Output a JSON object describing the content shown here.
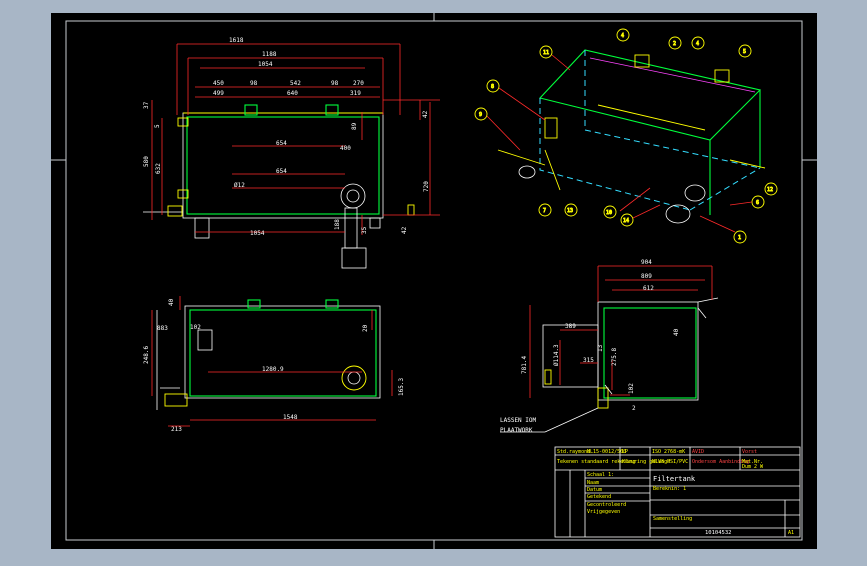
{
  "drawing": {
    "background": "#000000",
    "border_color": "#c8ccd0",
    "frame_color": "#8fa3b8",
    "line_colors": {
      "outline": "#ffffff",
      "body": "#00ff3c",
      "dimension": "#ff2a2a",
      "detail": "#ffff00",
      "hidden": "#33ddff"
    }
  },
  "front_view": {
    "dims": {
      "overall": "1618",
      "inner": "1188",
      "width": "1054",
      "d450": "450",
      "d98a": "98",
      "d542": "542",
      "d98b": "98",
      "d270": "270",
      "d499": "499",
      "d640": "640",
      "d319": "319",
      "left37": "37",
      "left5": "5",
      "left580": "580",
      "left632": "632",
      "mid654a": "654",
      "mid400": "400",
      "mid654b": "654",
      "phi12": "Ø12",
      "bottom1054": "1054",
      "r89": "89",
      "r42": "42",
      "r720": "720",
      "r188": "188",
      "r35": "35",
      "r42b": "42"
    }
  },
  "bottom_view": {
    "dims": {
      "d40": "40",
      "d883": "883",
      "d248": "248.6",
      "d102": "102",
      "d20": "20",
      "d1280": "1280.9",
      "d165": "165.3",
      "d213": "213",
      "d1548": "1548"
    }
  },
  "side_view": {
    "dims": {
      "d904": "904",
      "d809": "809",
      "d612": "612",
      "d389": "389",
      "d40": "40",
      "d7814": "781.4",
      "d1143": "Ø114.3",
      "d315": "315",
      "d275": "275.8",
      "d13": "13",
      "d102": "102",
      "d2": "2"
    },
    "note_line1": "LASSEN IOM",
    "note_line2": "PLAATWORK"
  },
  "iso_view": {
    "balloons": [
      "11",
      "4",
      "2",
      "4",
      "5",
      "8",
      "9",
      "7",
      "13",
      "10",
      "14",
      "1",
      "6",
      "12"
    ]
  },
  "title_block": {
    "row1": [
      "Std.raymond",
      "NL15-0012/500",
      "LP",
      "ISO 2768-mK",
      "AVID",
      "Vorst"
    ],
    "row2": [
      "Tekenen standaard rekening",
      "Kleuring gelaagd",
      "NLV8 PSI/PVC",
      "Ondersom Aanbinding",
      "Mat.Nr.",
      "Dum 2 W"
    ],
    "scale_label": "Schaal 1:",
    "title": "Filtertank",
    "subtitle": "Bereknin: 1",
    "group_label": "Samenstelling",
    "drawing_no": "10104532",
    "sheet": "A1",
    "left_rows": [
      "Naam",
      "Datum",
      "Getekend",
      "Gecontroleerd",
      "Vrijgegeven"
    ]
  }
}
